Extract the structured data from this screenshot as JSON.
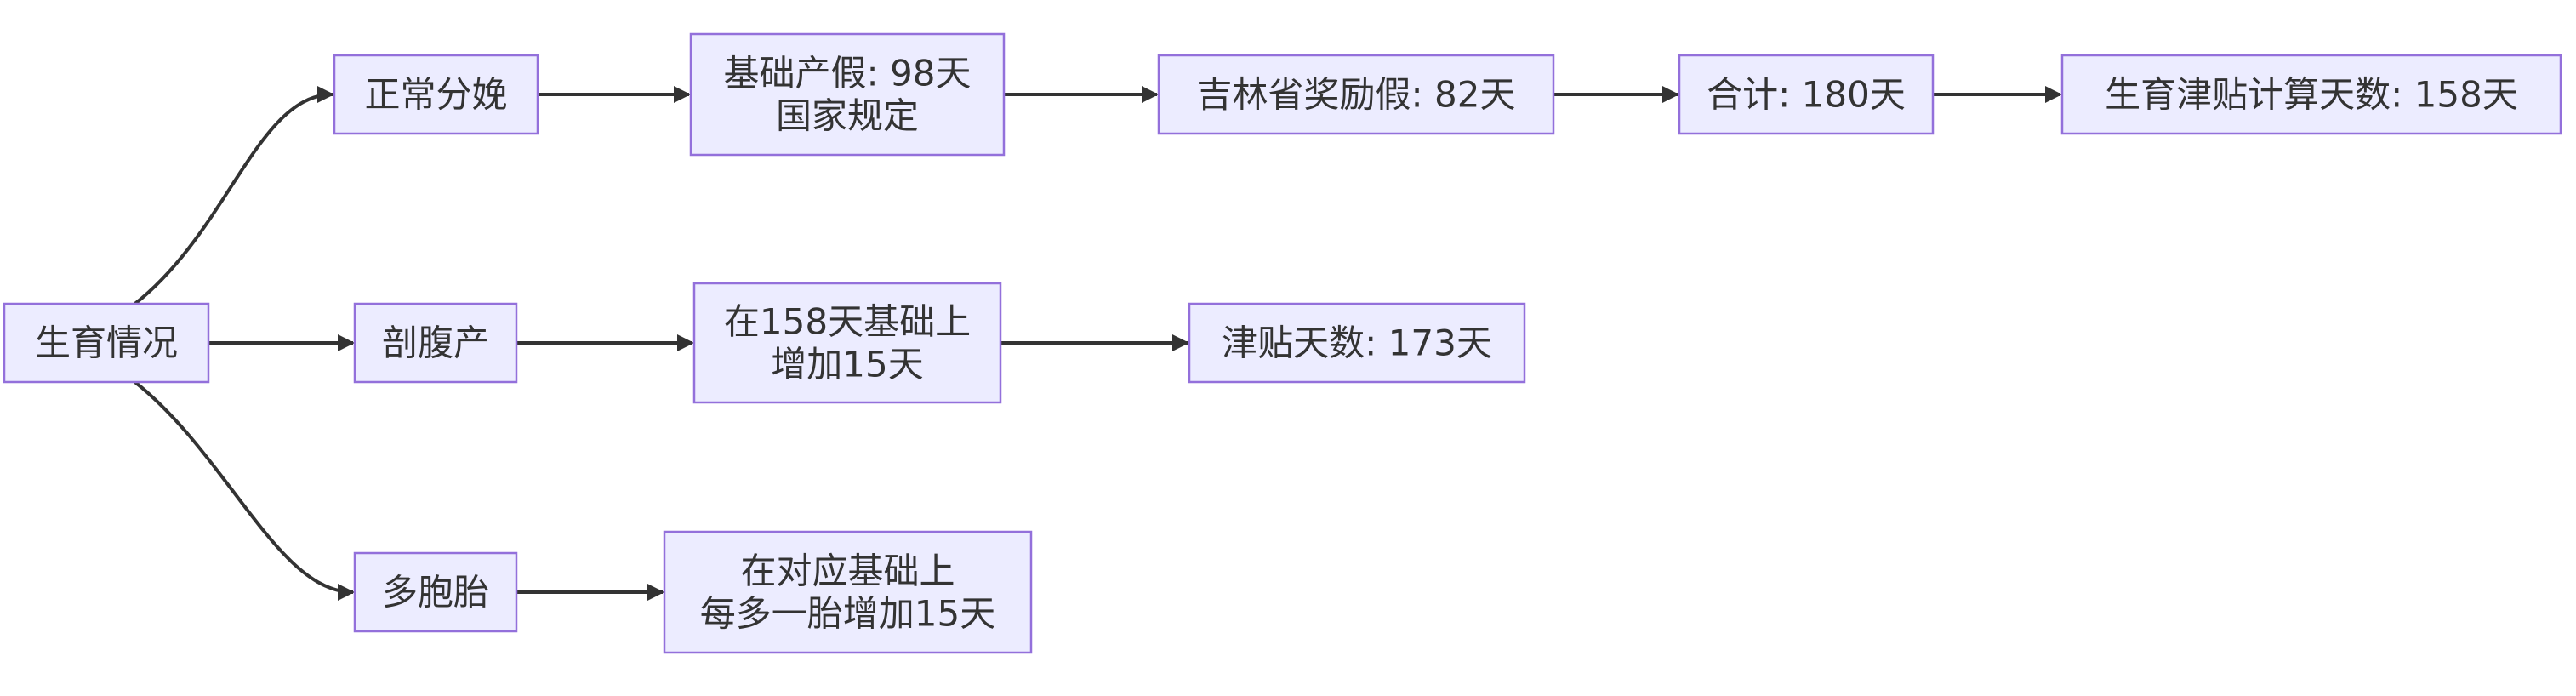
{
  "nodes": [
    {
      "id": "birth-status",
      "lines": [
        "生育情况"
      ]
    },
    {
      "id": "normal-delivery",
      "lines": [
        "正常分娩"
      ]
    },
    {
      "id": "cesarean",
      "lines": [
        "剖腹产"
      ]
    },
    {
      "id": "multiple-birth",
      "lines": [
        "多胞胎"
      ]
    },
    {
      "id": "basic-leave",
      "lines": [
        "基础产假: 98天",
        "国家规定"
      ]
    },
    {
      "id": "jilin-reward-leave",
      "lines": [
        "吉林省奖励假: 82天"
      ]
    },
    {
      "id": "total",
      "lines": [
        "合计: 180天"
      ]
    },
    {
      "id": "allowance-days",
      "lines": [
        "生育津贴计算天数: 158天"
      ]
    },
    {
      "id": "cesarean-extra",
      "lines": [
        "在158天基础上",
        "增加15天"
      ]
    },
    {
      "id": "cesarean-allowance",
      "lines": [
        "津贴天数: 173天"
      ]
    },
    {
      "id": "multiple-extra",
      "lines": [
        "在对应基础上",
        "每多一胎增加15天"
      ]
    }
  ],
  "edges": [
    {
      "from": "birth-status",
      "to": "normal-delivery"
    },
    {
      "from": "birth-status",
      "to": "cesarean"
    },
    {
      "from": "birth-status",
      "to": "multiple-birth"
    },
    {
      "from": "normal-delivery",
      "to": "basic-leave"
    },
    {
      "from": "basic-leave",
      "to": "jilin-reward-leave"
    },
    {
      "from": "jilin-reward-leave",
      "to": "total"
    },
    {
      "from": "total",
      "to": "allowance-days"
    },
    {
      "from": "cesarean",
      "to": "cesarean-extra"
    },
    {
      "from": "cesarean-extra",
      "to": "cesarean-allowance"
    },
    {
      "from": "multiple-birth",
      "to": "multiple-extra"
    }
  ],
  "colors": {
    "node_fill": "#ECECFF",
    "node_stroke": "#9370DB",
    "edge": "#333333",
    "text": "#333333"
  }
}
